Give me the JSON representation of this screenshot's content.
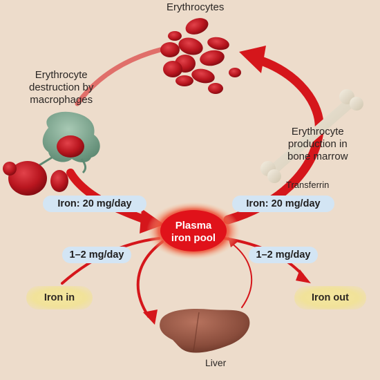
{
  "labels": {
    "erythrocytes": "Erythrocytes",
    "destruction": [
      "Erythrocyte",
      "destruction by",
      "macrophages"
    ],
    "production": [
      "Erythrocyte",
      "production in",
      "bone marrow"
    ],
    "transferrin": "Transferrin",
    "liver": "Liver",
    "pool": [
      "Plasma",
      "iron pool"
    ]
  },
  "rates": {
    "left_top": "Iron: 20 mg/day",
    "right_top": "Iron: 20 mg/day",
    "left_bottom": "1–2 mg/day",
    "right_bottom": "1–2 mg/day"
  },
  "badges": {
    "iron_in": "Iron in",
    "iron_out": "Iron out"
  },
  "colors": {
    "arrow": "#d5161b",
    "pool": "#e3101a",
    "background": "#eddccb",
    "rate_pill": "#d3e5f4",
    "badge": "#f2e49b"
  }
}
